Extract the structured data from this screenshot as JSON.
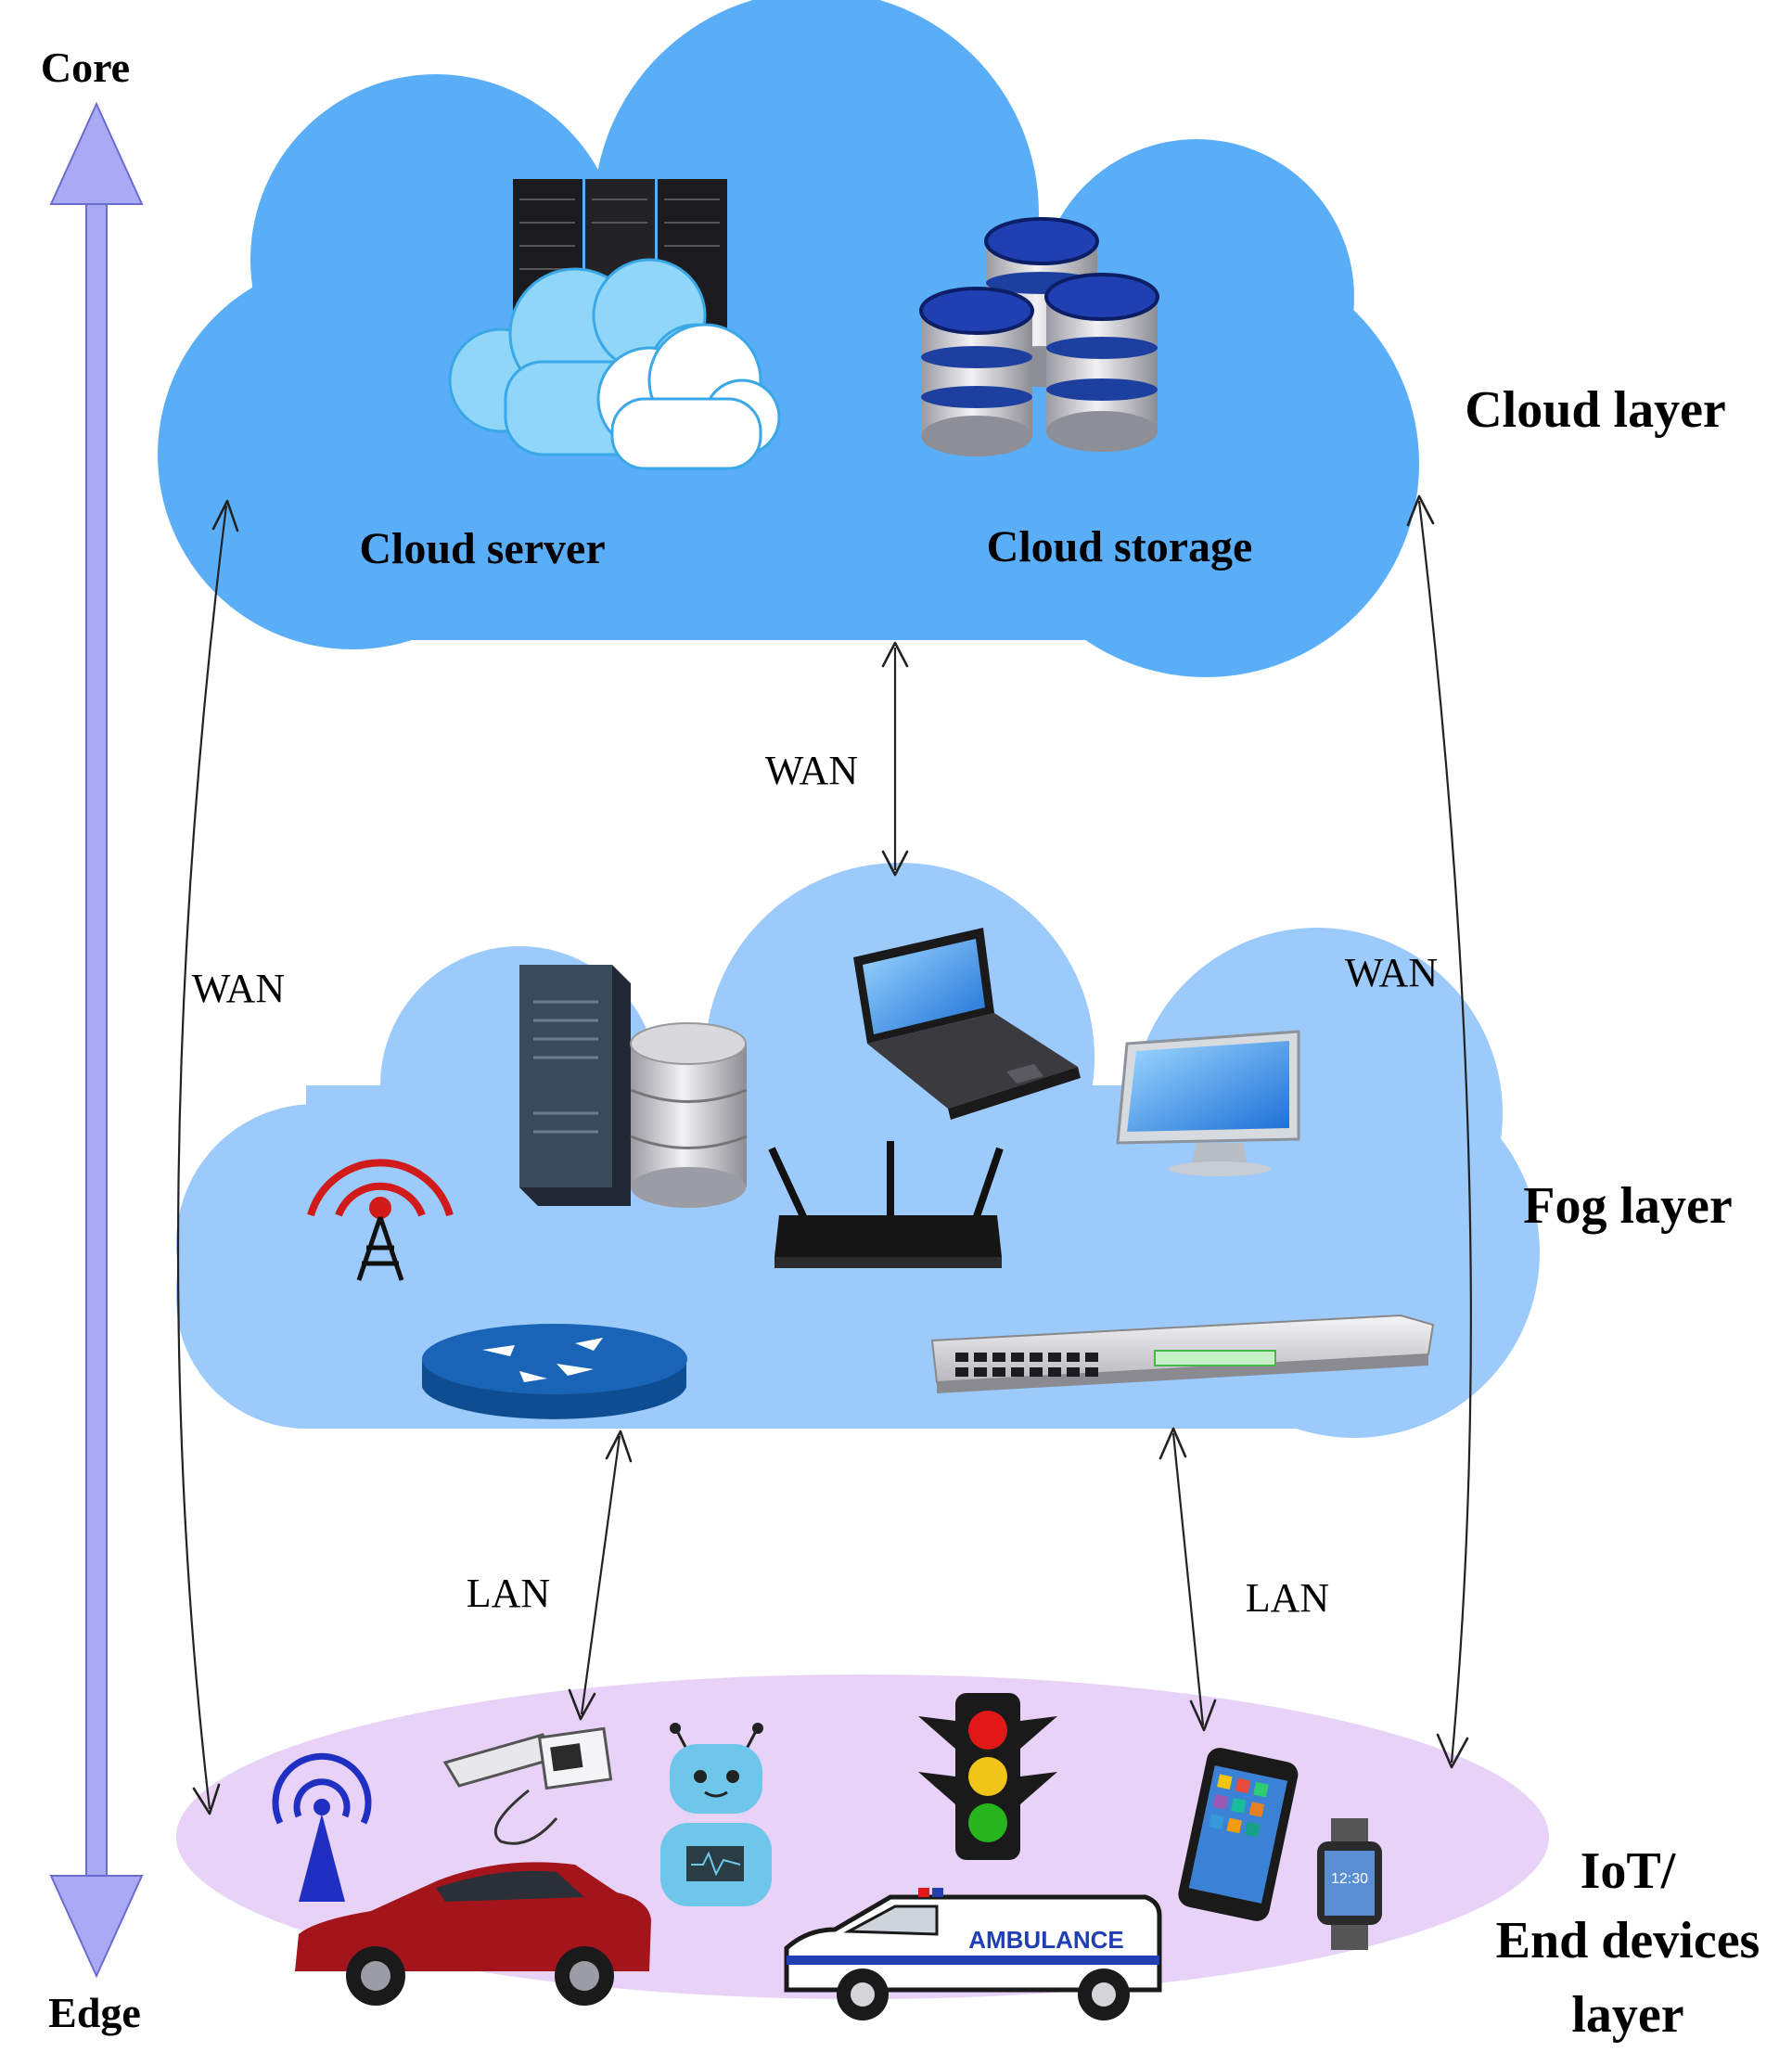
{
  "axis": {
    "top_label": "Core",
    "bottom_label": "Edge"
  },
  "layers": {
    "cloud": {
      "label": "Cloud layer",
      "server_label": "Cloud server",
      "storage_label": "Cloud storage",
      "fill": "#5aaef7"
    },
    "fog": {
      "label": "Fog layer",
      "fill": "#9ccafb"
    },
    "iot": {
      "label_line1": "IoT/",
      "label_line2": "End devices",
      "label_line3": "layer",
      "fill": "#e8d2f7"
    }
  },
  "links": {
    "cloud_fog": "WAN",
    "left_wan": "WAN",
    "right_wan": "WAN",
    "fog_iot_left": "LAN",
    "fog_iot_right": "LAN"
  },
  "devices": {
    "ambulance_text": "AMBULANCE",
    "watch_time": "12:30"
  },
  "colors": {
    "axis_arrow": "#a9aaf3",
    "axis_outline": "#6b6cd0",
    "antenna_red": "#d11a1a",
    "antenna_blue": "#1f2fc2",
    "car_red": "#a3141b",
    "router_blue": "#1a64b8"
  }
}
